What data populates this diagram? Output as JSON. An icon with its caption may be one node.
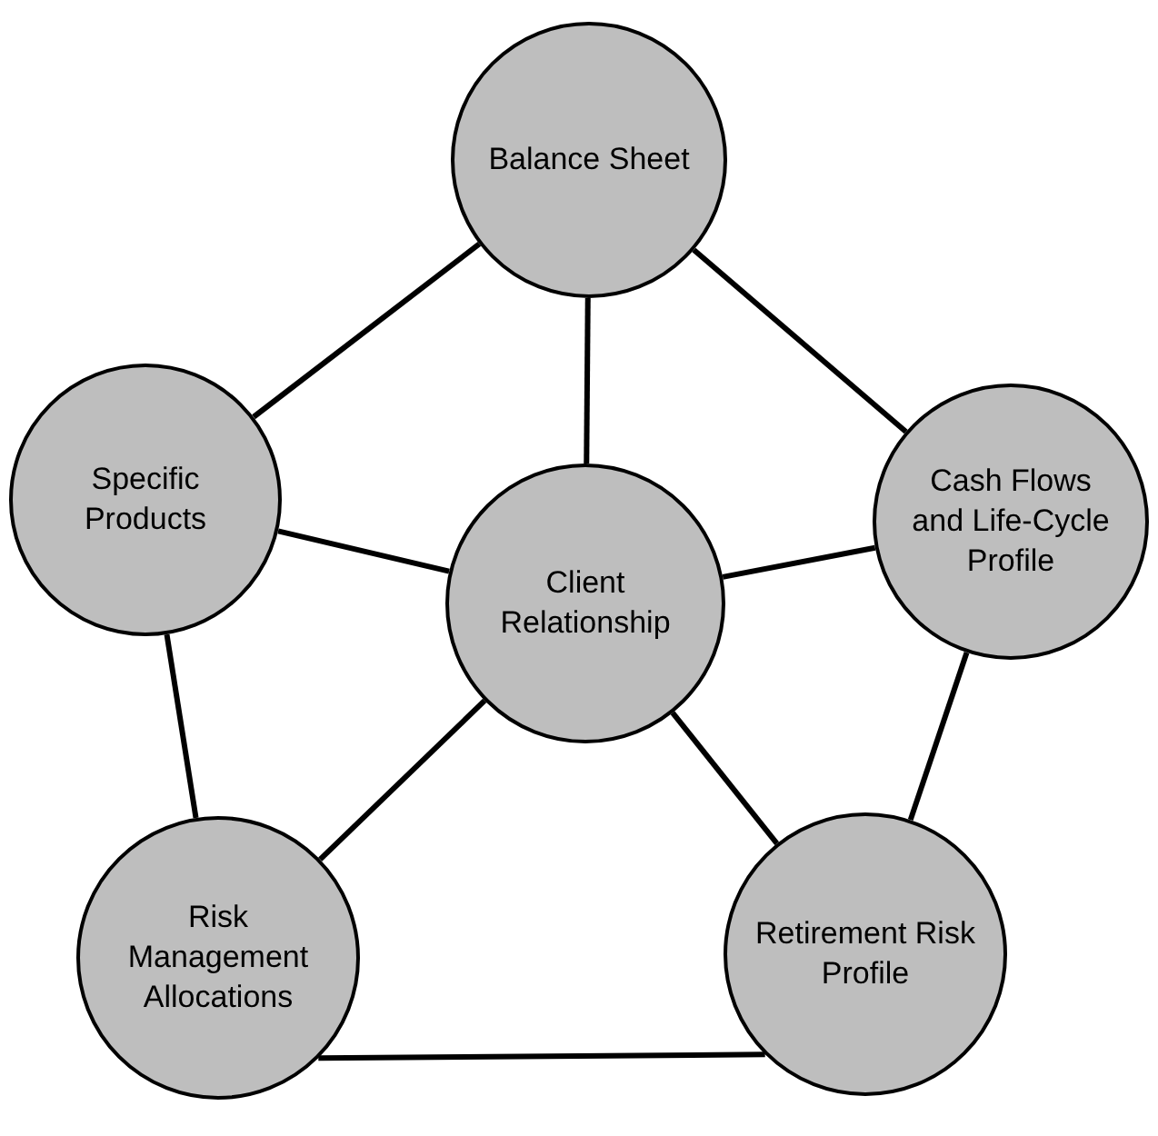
{
  "diagram": {
    "nodes": [
      {
        "text": [
          "Balance Sheet"
        ]
      },
      {
        "text": [
          "Specific Products"
        ]
      },
      {
        "text": [
          "Cash Flows and Life-Cycle Profile"
        ]
      },
      {
        "text": [
          "Client Relationship"
        ]
      },
      {
        "text": [
          "Risk Management Allocations"
        ]
      },
      {
        "text": [
          "Retirement Risk Profile"
        ]
      }
    ],
    "edges": [
      {
        "from": 3,
        "to": 0,
        "arrow": "none"
      },
      {
        "from": 3,
        "to": 1,
        "arrow": "none"
      },
      {
        "from": 3,
        "to": 2,
        "arrow": "none"
      },
      {
        "from": 3,
        "to": 4,
        "arrow": "none"
      },
      {
        "from": 3,
        "to": 5,
        "arrow": "none"
      },
      {
        "from": 0,
        "to": 2,
        "arrow": "none"
      },
      {
        "from": 2,
        "to": 5,
        "arrow": "none"
      },
      {
        "from": 5,
        "to": 4,
        "arrow": "none"
      },
      {
        "from": 4,
        "to": 1,
        "arrow": "none"
      },
      {
        "from": 1,
        "to": 0,
        "arrow": "none"
      }
    ]
  }
}
